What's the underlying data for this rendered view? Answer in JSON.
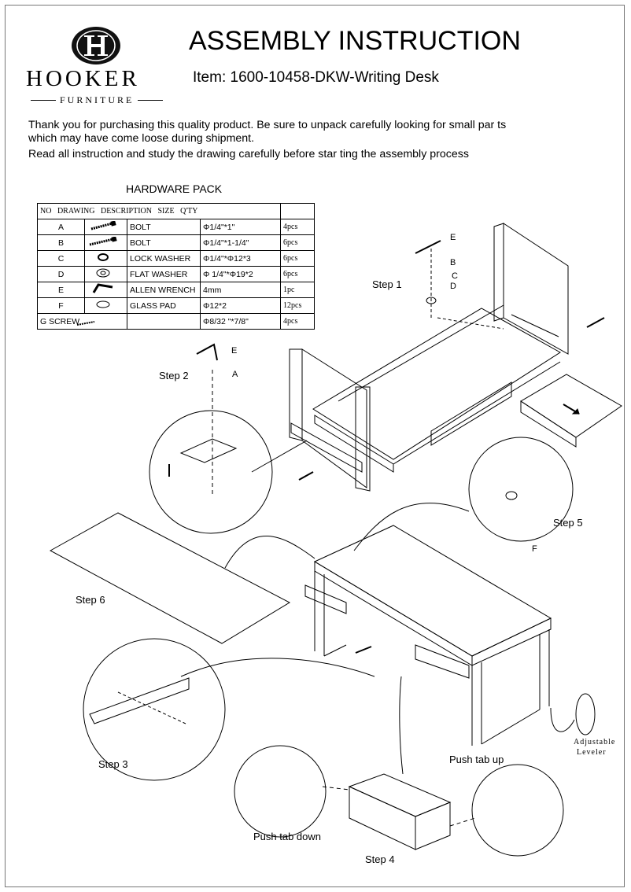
{
  "logo": {
    "word": "HOOKER",
    "sub": "FURNITURE"
  },
  "title": "ASSEMBLY INSTRUCTION",
  "item": "Item: 1600-10458-DKW-Writing Desk",
  "intro": {
    "line1": "Thank you for purchasing this quality product. Be sure to unpack carefully looking for small par  ts",
    "line2": "which may have come loose during  shipment.",
    "line3": "Read all instruction and study the drawing carefully before star ting the assembly process"
  },
  "hardware": {
    "title": "HARDWARE PACK",
    "header": "NO   DRAWING   DESCRIPTION   SIZE   Q'TY",
    "rows": [
      {
        "no": "A",
        "desc": "BOLT",
        "size": "Φ1/4\"*1\"",
        "qty": "4pcs"
      },
      {
        "no": "B",
        "desc": "BOLT",
        "size": "Φ1/4\"*1-1/4\"",
        "qty": "6pcs"
      },
      {
        "no": "C",
        "desc": "LOCK WASHER",
        "size": "Φ1/4\"*Φ12*3",
        "qty": "6pcs"
      },
      {
        "no": "D",
        "desc": "FLAT WASHER",
        "size": "Φ 1/4\"*Φ19*2",
        "qty": "6pcs"
      },
      {
        "no": "E",
        "desc": "ALLEN WRENCH",
        "size": "4mm",
        "qty": "1pc"
      },
      {
        "no": "F",
        "desc": "GLASS PAD",
        "size": "Φ12*2",
        "qty": "12pcs"
      },
      {
        "no": "G SCREW",
        "desc": "",
        "size": "Φ8/32 \"*7/8\"",
        "qty": "4pcs"
      }
    ]
  },
  "steps": {
    "step1": "Step 1",
    "step2": "Step 2",
    "step3": "Step 3",
    "step4": "Step 4",
    "step5": "Step 5",
    "step6": "Step 6"
  },
  "callouts": {
    "E": "E",
    "B": "B",
    "C": "C",
    "D": "D",
    "A": "A",
    "F": "F",
    "push_up": "Push tab up",
    "push_down": "Push tab down",
    "adj1": "Adjustable",
    "adj2": "Leveler"
  }
}
